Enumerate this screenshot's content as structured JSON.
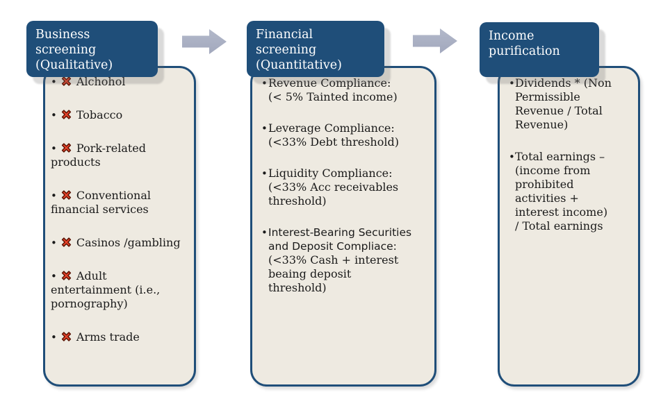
{
  "glyphs": {
    "bullet": "•"
  },
  "icons": {
    "prohibited": "red-x-cross-mark",
    "flow": "right-block-arrow"
  },
  "colors": {
    "navy": "#1f4e79",
    "cream": "#eeeae1",
    "arrow": "#a9afc2",
    "x_red": "#e8432a",
    "x_outline": "#591202",
    "ink": "#1a1a1a",
    "header_text": "#ffffff"
  },
  "columns": [
    {
      "header": "Business screening (Qualitative)",
      "items": [
        {
          "text": "Alchohol"
        },
        {
          "text": "Tobacco"
        },
        {
          "text": "Pork-related products"
        },
        {
          "text": "Conventional financial services"
        },
        {
          "text": "Casinos /gambling"
        },
        {
          "text": "Adult entertainment (i.e., pornography)"
        },
        {
          "text": "Arms trade"
        }
      ]
    },
    {
      "header": "Financial screening (Quantitative)",
      "items": [
        {
          "title": "Revenue Compliance:",
          "detail": "(< 5% Tainted income)"
        },
        {
          "title": "Leverage Compliance:",
          "detail": "(<33% Debt threshold)"
        },
        {
          "title": "Liquidity Compliance:",
          "detail": "(<33% Acc receivables threshold)"
        },
        {
          "title": "Interest-Bearing Securities and Deposit Compliace:",
          "detail": "(<33% Cash + interest beaing deposit threshold)"
        }
      ]
    },
    {
      "header": "Income purification",
      "items": [
        {
          "text": "Dividends * (Non Permissible Revenue / Total Revenue)"
        },
        {
          "text": "Total earnings – (income from prohibited activities + interest income) / Total earnings"
        }
      ]
    }
  ]
}
